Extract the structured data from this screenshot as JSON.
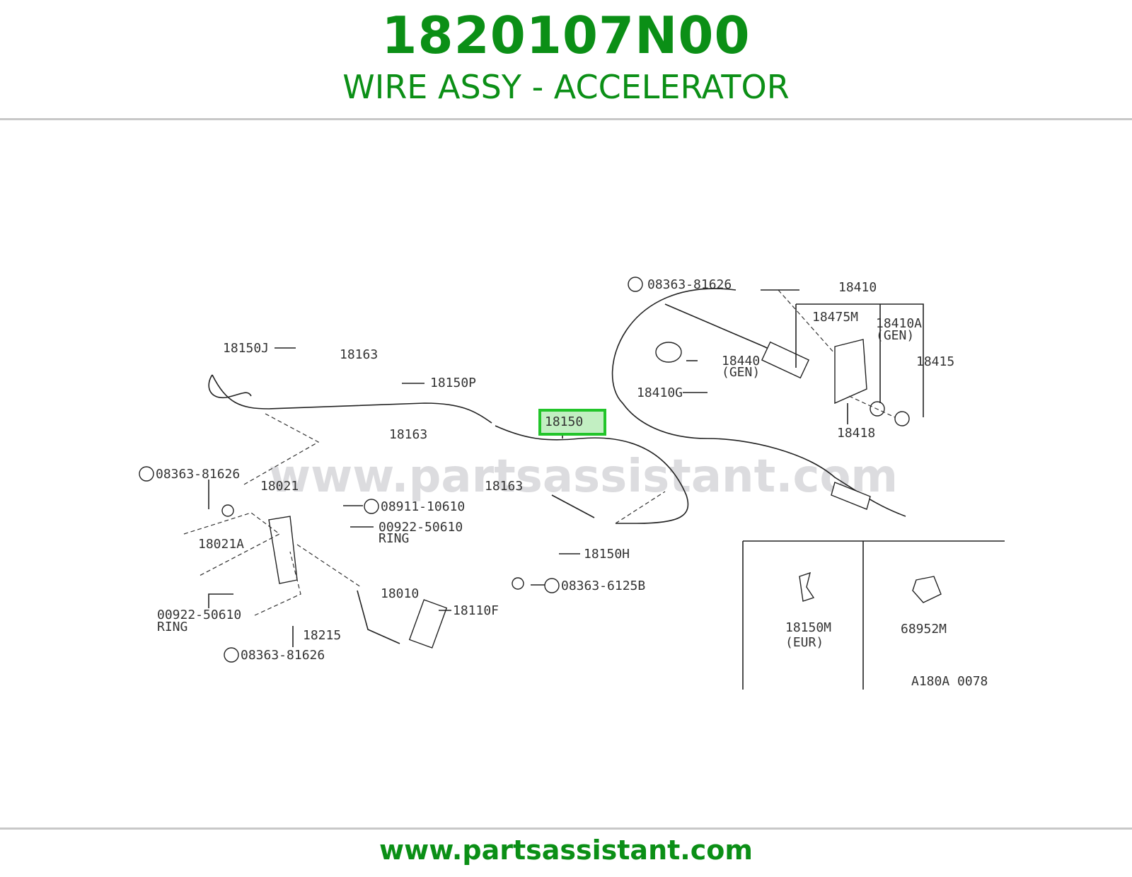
{
  "header": {
    "part_number": "1820107N00",
    "part_name": "WIRE ASSY - ACCELERATOR"
  },
  "footer": {
    "url": "www.partsassistant.com"
  },
  "diagram": {
    "watermark": "www.partsassistant.com",
    "highlighted_part": "18150",
    "diagram_code": "A180A 0078",
    "labels": {
      "p_08363_81626_top": "08363-81626",
      "p_18410": "18410",
      "p_18475M": "18475M",
      "p_18410A": "18410A",
      "p_18410A_note": "(GEN)",
      "p_18415": "18415",
      "p_18440": "18440",
      "p_18440_note": "(GEN)",
      "p_18410G": "18410G",
      "p_18418": "18418",
      "p_18150J": "18150J",
      "p_18163_a": "18163",
      "p_18150P": "18150P",
      "p_18163_b": "18163",
      "p_18163_c": "18163",
      "p_08363_81626_left": "08363-81626",
      "p_18021": "18021",
      "p_08911_10610": "08911-10610",
      "p_00922_50610_a": "00922-50610",
      "ring_a": "RING",
      "p_18021A": "18021A",
      "p_18150H": "18150H",
      "p_08363_6125B": "08363-6125B",
      "p_00922_50610_b": "00922-50610",
      "ring_b": "RING",
      "p_18010": "18010",
      "p_18110F": "18110F",
      "p_18215": "18215",
      "p_08363_81626_bottom": "08363-81626",
      "p_18150M": "18150M",
      "p_18150M_note": "(EUR)",
      "p_68952M": "68952M"
    }
  }
}
